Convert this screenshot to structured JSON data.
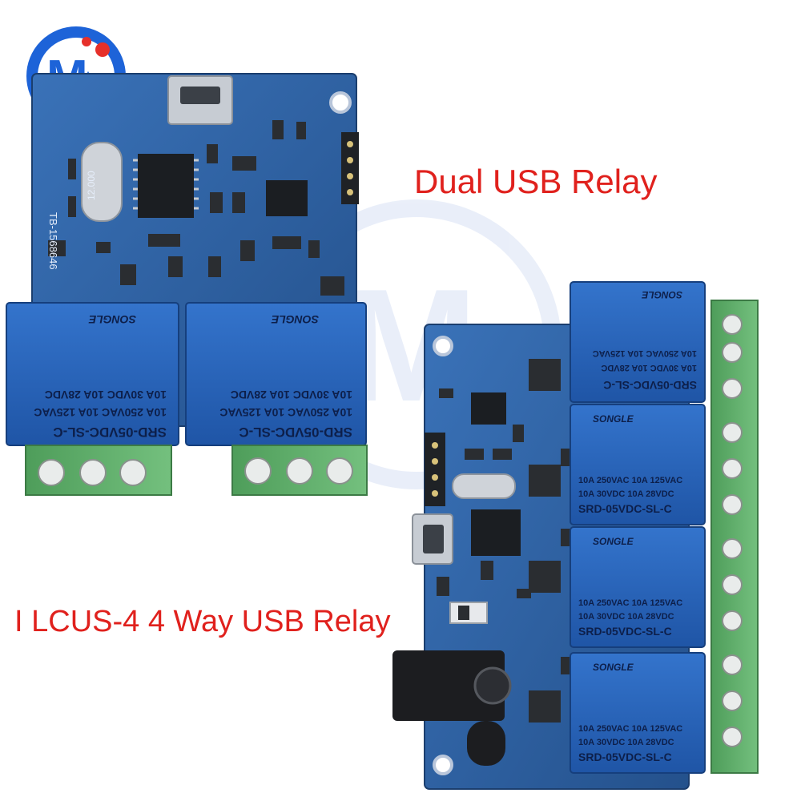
{
  "captions": {
    "dual": "Dual USB Relay",
    "four": "I LCUS-4 4 Way USB Relay"
  },
  "logo": {
    "letter": "M",
    "color_blue": "#1d63d8",
    "color_red": "#e6302a"
  },
  "relays": {
    "model": "SRD-05VDC-SL-C",
    "rating_1": "10A 250VAC 10A 125VAC",
    "rating_2": "10A 30VDC 10A 28VDC",
    "brand": "SONGLE"
  },
  "pcb_labels": {
    "board_id": "TB-1568646",
    "crystal": "12.000"
  },
  "colors": {
    "pcb": "#2e5f9f",
    "relay": "#2a63b8",
    "terminal": "#5fae6a",
    "caption": "#e0211d"
  }
}
